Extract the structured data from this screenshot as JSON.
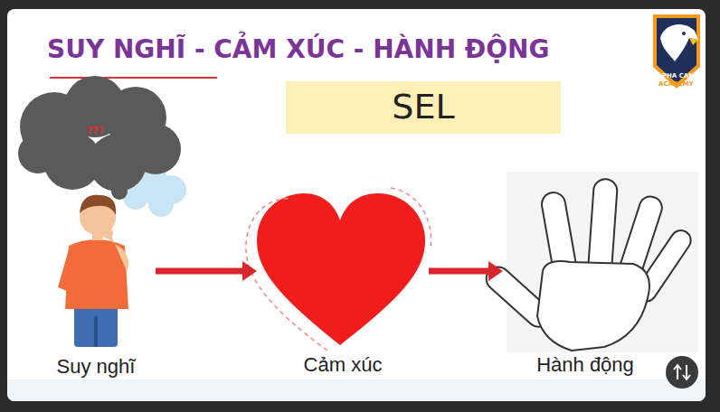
{
  "diagram": {
    "title": "SUY NGHĨ - CẢM XÚC - HÀNH ĐỘNG",
    "nodes": [
      {
        "text": [
          "SEL"
        ]
      },
      {
        "text": [
          "???"
        ]
      },
      {
        "text": [
          "Suy nghĩ"
        ]
      },
      {
        "text": [
          "Cảm xúc"
        ]
      },
      {
        "text": [
          "Hành động"
        ]
      }
    ],
    "edges": [
      {
        "from": 2,
        "to": 3,
        "arrow": "to"
      },
      {
        "from": 3,
        "to": 4,
        "arrow": "to"
      }
    ],
    "labels": [
      "ALPHA CAMP",
      "ACADEMY"
    ]
  }
}
